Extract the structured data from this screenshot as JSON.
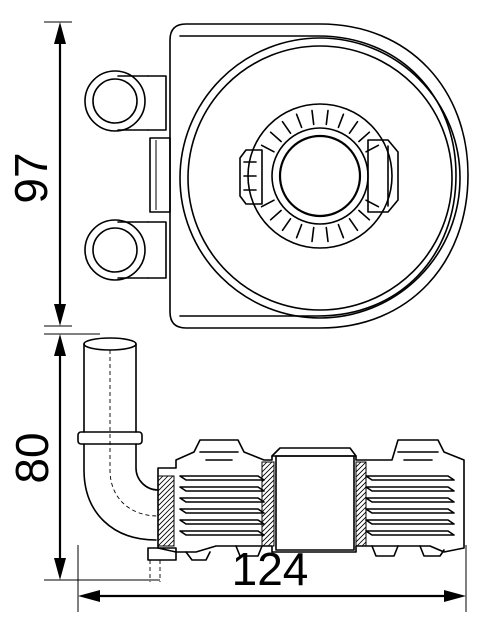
{
  "dimensions": {
    "height_top": "97",
    "height_bottom": "80",
    "width": "124"
  }
}
